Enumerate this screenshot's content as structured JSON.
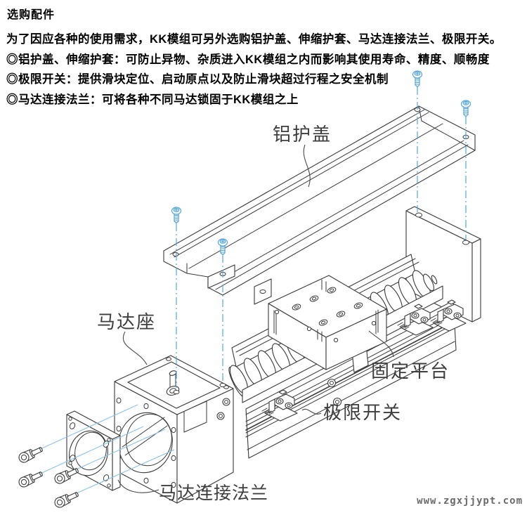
{
  "header": {
    "title": "选购配件",
    "intro": "为了因应各种的使用需求，KK模组可另外选购铝护盖、伸缩护套、马达连接法兰、极限开关。",
    "bullets": [
      "◎铝护盖、伸缩护套：可防止异物、杂质进入KK模组之内而影响其使用寿命、精度、顺畅度",
      "◎极限开关：提供滑块定位、启动原点以及防止滑块超过行程之安全机制",
      "◎马达连接法兰：可将各种不同马达锁固于KK模组之上"
    ]
  },
  "diagram": {
    "labels": {
      "aluminum_cover": "铝护盖",
      "motor_seat": "马达座",
      "fixed_platform": "固定平台",
      "limit_switch": "极限开关",
      "motor_flange": "马达连接法兰"
    },
    "colors": {
      "line": "#3a3a3a",
      "accent_blue": "#54a6da",
      "label_text": "#3e3e3e",
      "watermark": "#6b6b6b"
    },
    "icons": [
      "pan-head-screw-icon",
      "socket-head-screw-icon"
    ]
  },
  "watermark": "www.zgxjjypt.com"
}
